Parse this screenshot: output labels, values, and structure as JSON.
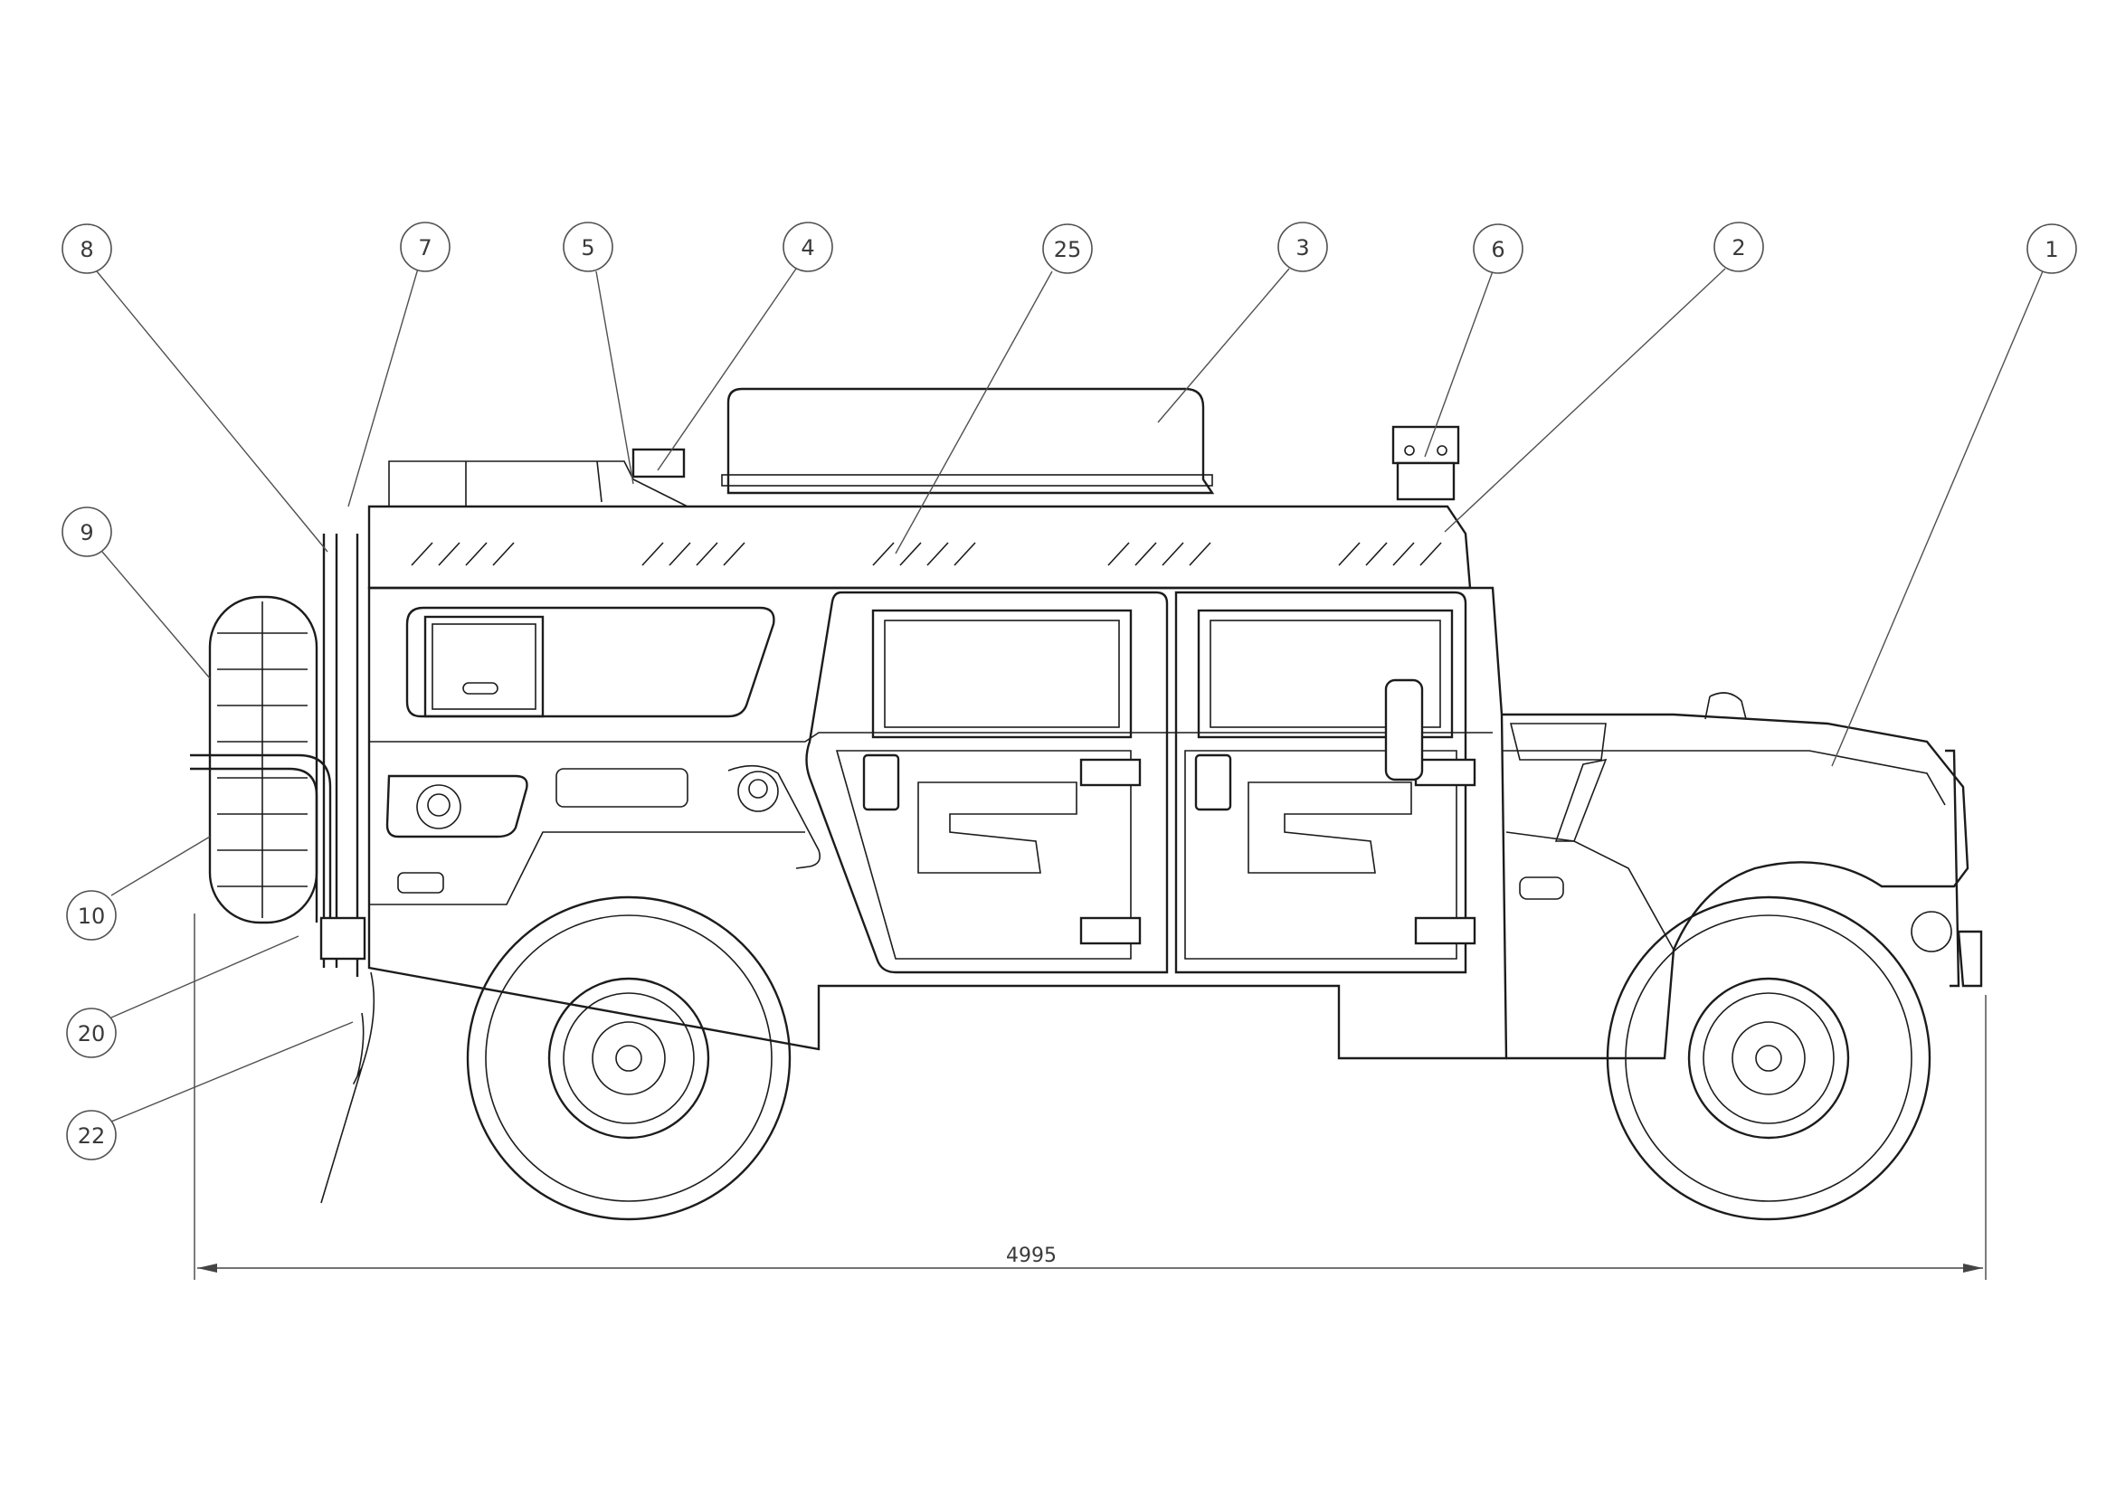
{
  "drawing": {
    "dimension_label": "4995",
    "callouts": [
      "8",
      "7",
      "5",
      "4",
      "25",
      "3",
      "6",
      "2",
      "1",
      "9",
      "10",
      "20",
      "22"
    ]
  }
}
